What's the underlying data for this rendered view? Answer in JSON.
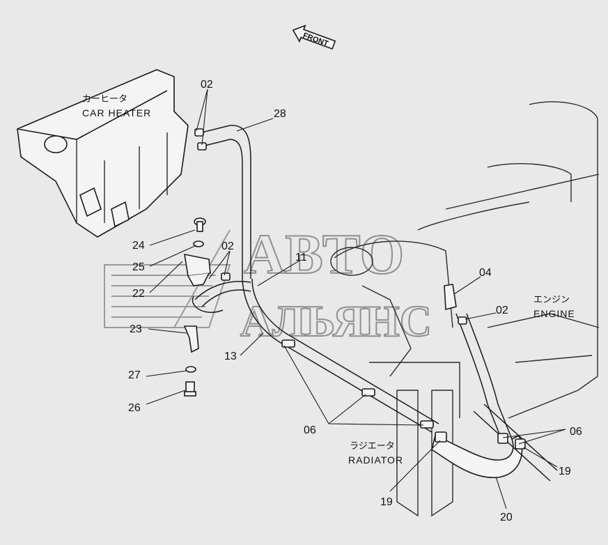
{
  "diagram": {
    "front_arrow": "FRONT",
    "components": {
      "car_heater_jp": "カーヒータ",
      "car_heater_en": "CAR HEATER",
      "engine_jp": "エンジン",
      "engine_en": "ENGINE",
      "radiator_jp": "ラジエータ",
      "radiator_en": "RADIATOR"
    },
    "watermark": {
      "line1": "АВТО",
      "line2": "АЛЬЯНС"
    },
    "part_labels": {
      "p02_top": "02",
      "p28": "28",
      "p24": "24",
      "p02_mid": "02",
      "p25": "25",
      "p11": "11",
      "p22": "22",
      "p04": "04",
      "p02_right": "02",
      "p23": "23",
      "p13": "13",
      "p27": "27",
      "p26": "26",
      "p06_left": "06",
      "p06_right": "06",
      "p19_right": "19",
      "p19_bottom": "19",
      "p20": "20"
    }
  }
}
